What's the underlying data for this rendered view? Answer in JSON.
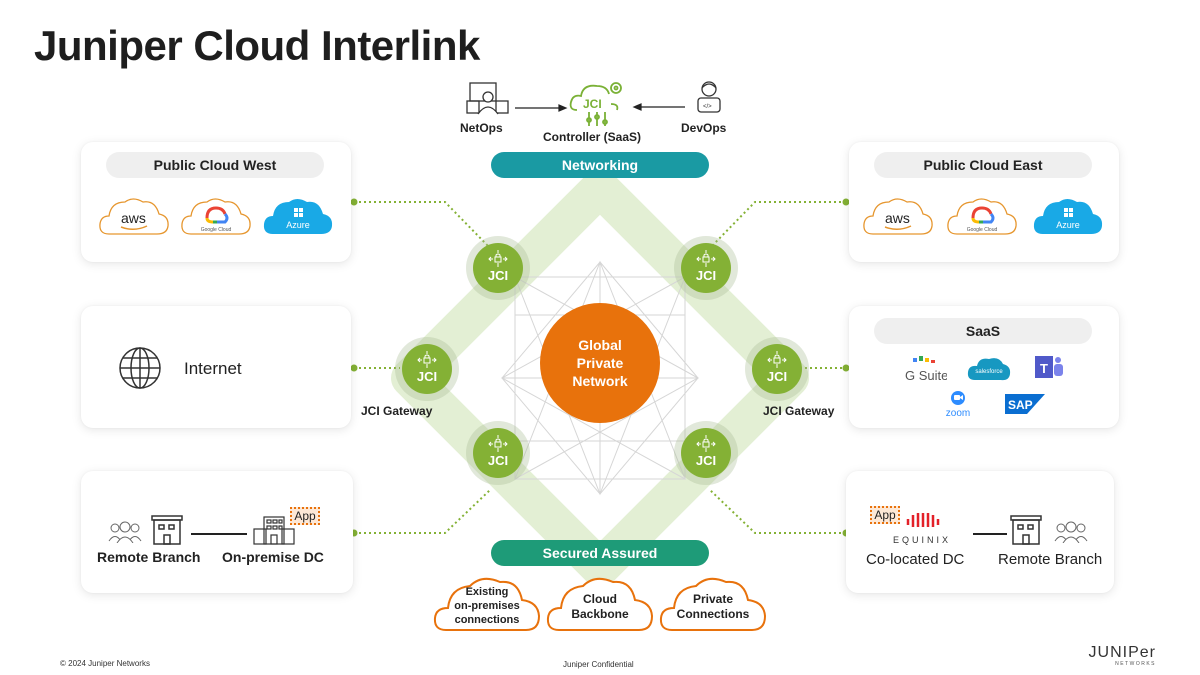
{
  "title": "Juniper Cloud Interlink",
  "controller": {
    "netops_label": "NetOps",
    "controller_label": "Controller (SaaS)",
    "devops_label": "DevOps",
    "logo_text": "JCI"
  },
  "bands": {
    "networking": "Networking",
    "secured": "Secured Assured"
  },
  "center": {
    "line1": "Global",
    "line2": "Private",
    "line3": "Network"
  },
  "jci_node_label": "JCI",
  "gateway_label": "JCI Gateway",
  "cards": {
    "public_cloud_west": {
      "title": "Public Cloud West",
      "providers": [
        "aws",
        "Google Cloud",
        "Azure"
      ]
    },
    "public_cloud_east": {
      "title": "Public Cloud East",
      "providers": [
        "aws",
        "Google Cloud",
        "Azure"
      ]
    },
    "internet": {
      "label": "Internet"
    },
    "saas": {
      "title": "SaaS",
      "apps": [
        "G Suite",
        "salesforce",
        "Teams",
        "zoom",
        "SAP"
      ]
    },
    "onprem": {
      "branch_label": "Remote Branch",
      "dc_label": "On-premise DC",
      "app_badge": "App"
    },
    "colo": {
      "dc_label": "Co-located DC",
      "equinix": "EQUINIX",
      "branch_label": "Remote Branch",
      "app_badge": "App"
    }
  },
  "connections": [
    {
      "line1": "Existing",
      "line2": "on-premises",
      "line3": "connections"
    },
    {
      "line1": "Cloud",
      "line2": "Backbone",
      "line3": ""
    },
    {
      "line1": "Private",
      "line2": "Connections",
      "line3": ""
    }
  ],
  "footer": {
    "copyright": "© 2024 Juniper Networks",
    "confidential": "Juniper Confidential",
    "logo": "JUNIPer",
    "logo_sub": "NETWORKS"
  },
  "colors": {
    "jci_green": "#84b135",
    "orange": "#e8720c",
    "teal": "#1a9aa3",
    "green_band": "#1e9b78",
    "azure_blue": "#19a9e6",
    "ring_green": "#e3efd4"
  }
}
